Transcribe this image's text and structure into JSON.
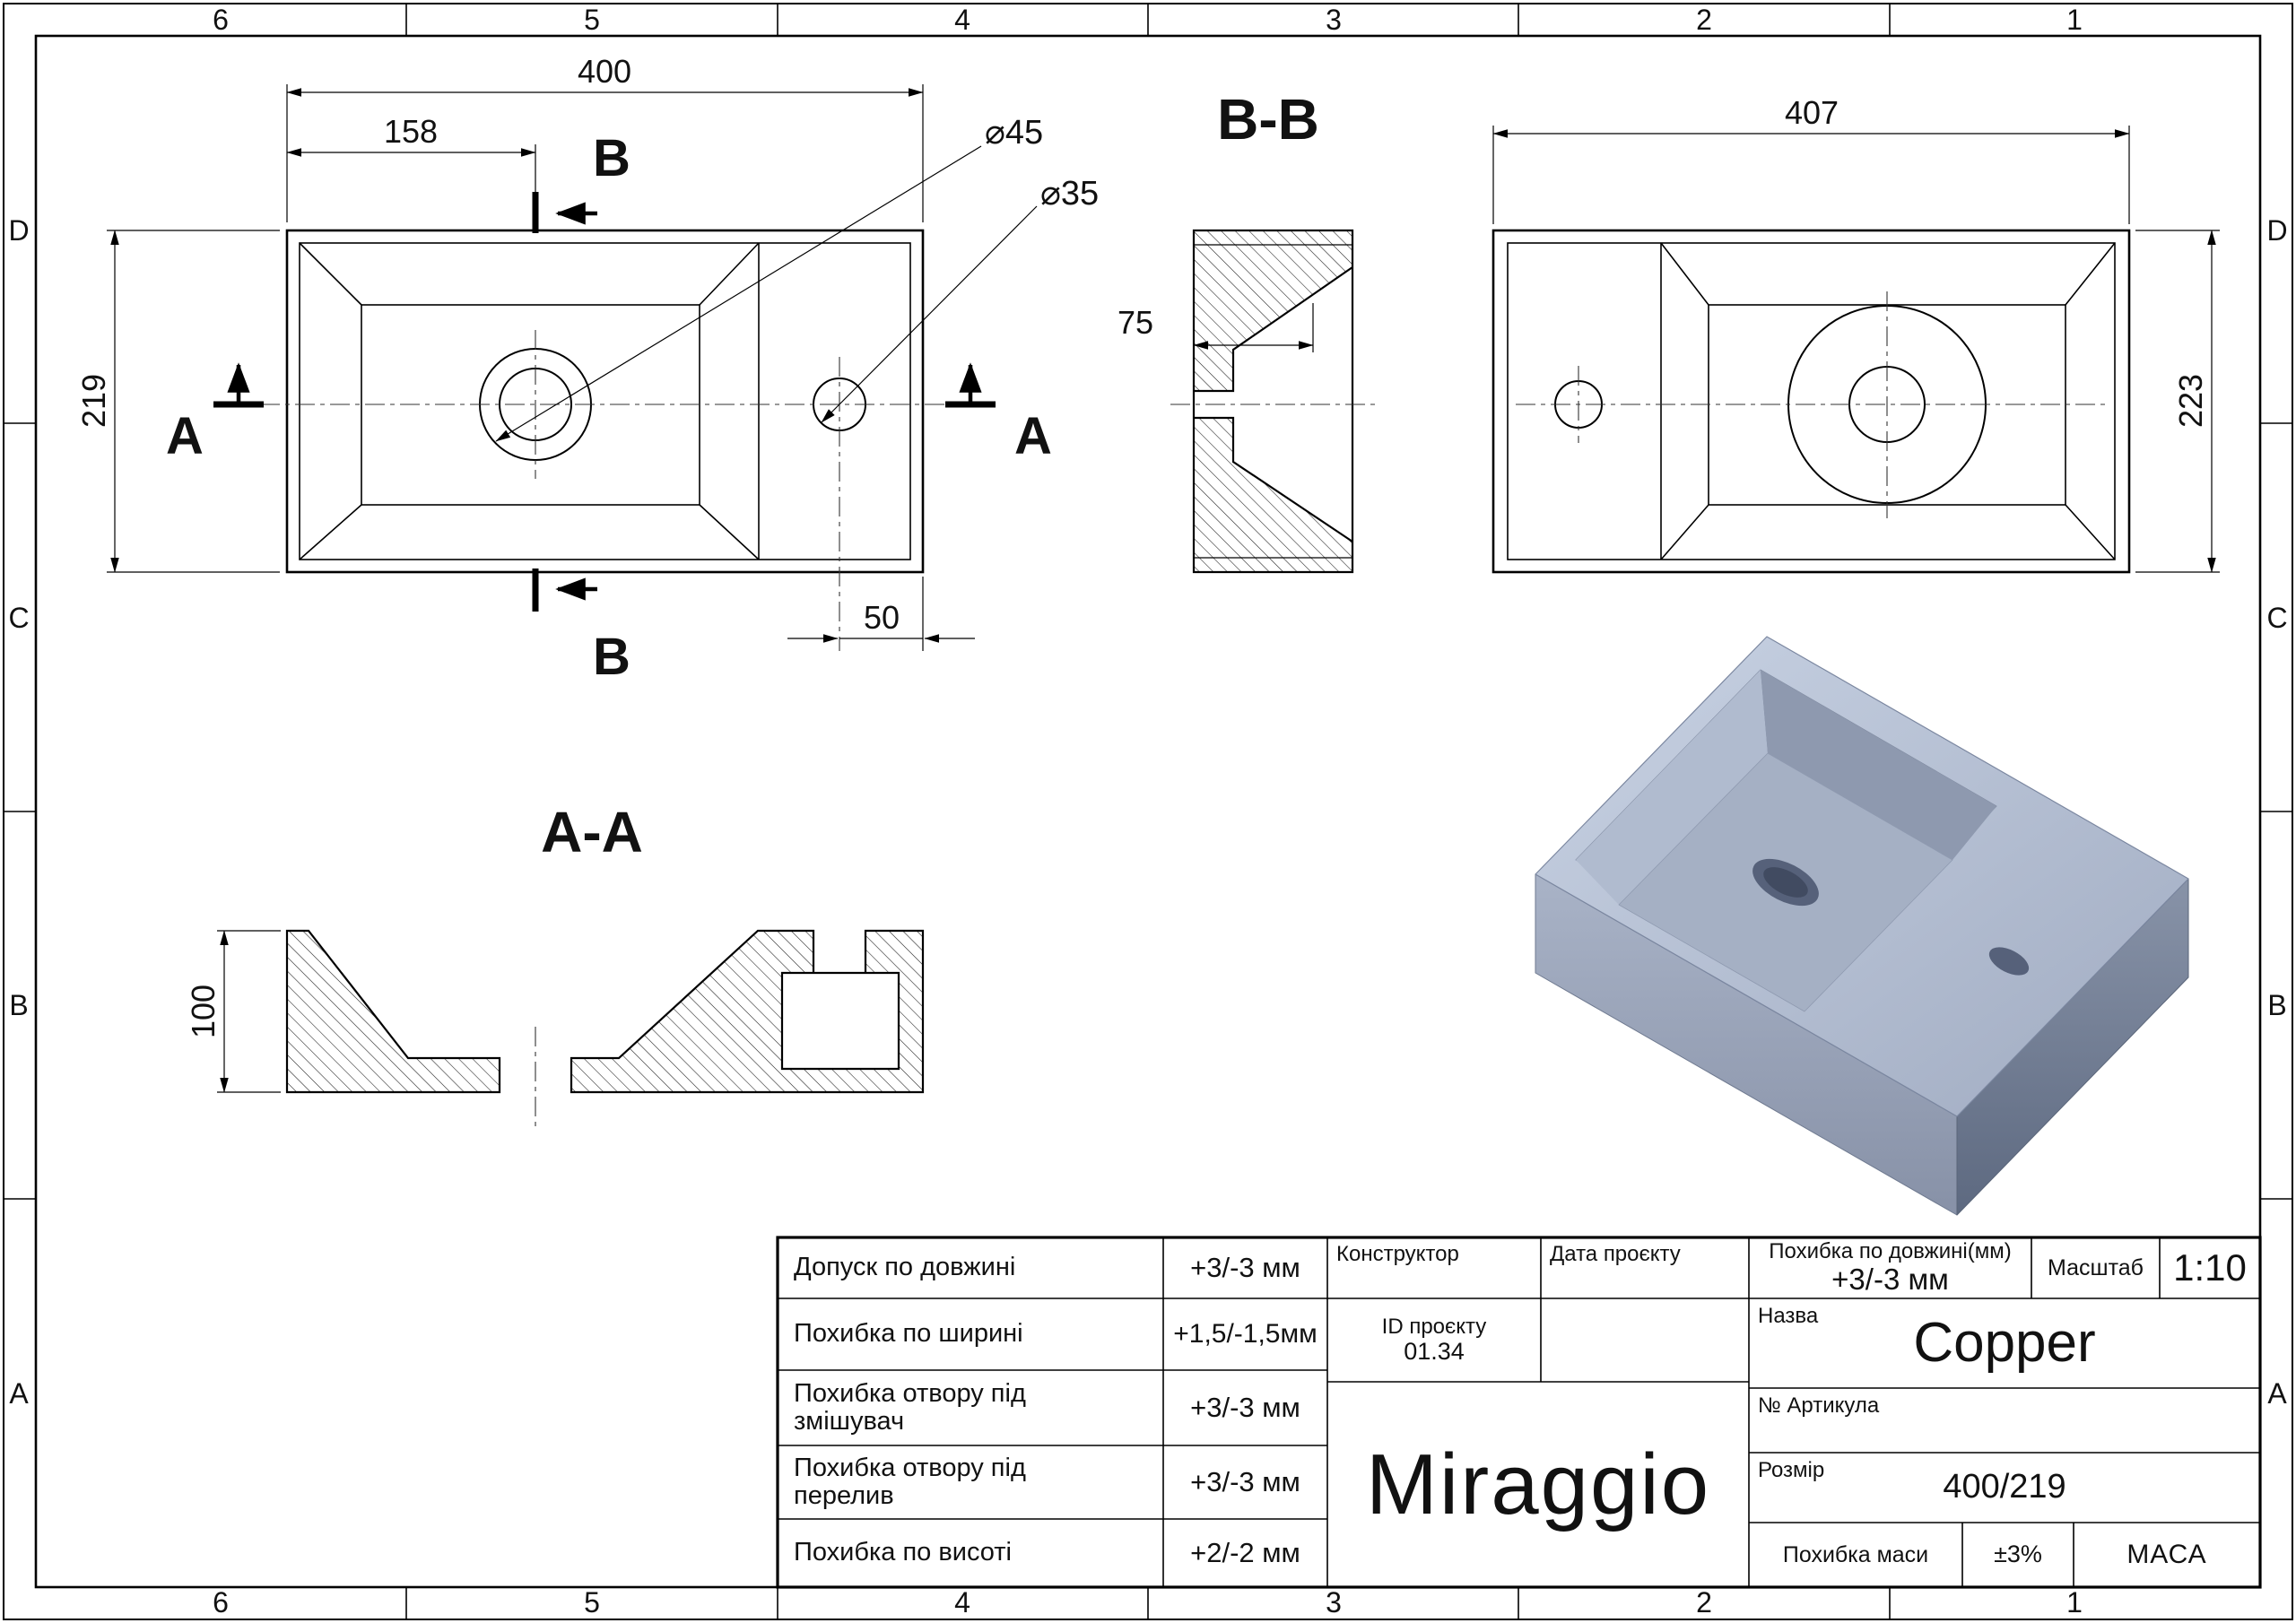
{
  "grid": {
    "cols": [
      "6",
      "5",
      "4",
      "3",
      "2",
      "1"
    ],
    "rows": [
      "D",
      "C",
      "B",
      "A"
    ]
  },
  "views": {
    "top": {
      "section_b_letter": "B",
      "section_a_letter": "A",
      "dim_width": "400",
      "dim_drain_offset": "158",
      "dim_height": "219",
      "dim_drain_dia": "⌀45",
      "dim_tap_dia": "⌀35",
      "dim_tap_edge": "50"
    },
    "section_bb": {
      "title": "B-B",
      "dim_basin": "75"
    },
    "bottom": {
      "dim_width": "407",
      "dim_height": "223"
    },
    "section_aa": {
      "title": "A-A",
      "dim_height": "100"
    }
  },
  "title_block": {
    "tolerances": [
      {
        "label": "Допуск по довжині",
        "value": "+3/-3 мм"
      },
      {
        "label": "Похибка по ширині",
        "value": "+1,5/-1,5мм"
      },
      {
        "label": "Похибка отвору під змішувач",
        "value": "+3/-3 мм"
      },
      {
        "label": "Похибка отвору під перелив",
        "value": "+3/-3 мм"
      },
      {
        "label": "Похибка по висоті",
        "value": "+2/-2 мм"
      }
    ],
    "constructor_label": "Конструктор",
    "project_date_label": "Дата проєкту",
    "project_id_label": "ID проєкту",
    "project_id_value": "01.34",
    "length_tolerance_label": "Похибка по довжині(мм)",
    "length_tolerance_value": "+3/-3 мм",
    "scale_label": "Масштаб",
    "scale_value": "1:10",
    "name_label": "Назва",
    "name_value": "Copper",
    "article_label": "№ Артикула",
    "size_label": "Розмір",
    "size_value": "400/219",
    "mass_tolerance_label": "Похибка маси",
    "mass_tolerance_value": "±3%",
    "mass_label": "МАСА",
    "brand": "Miraggio"
  },
  "colors": {
    "paper": "#ffffff",
    "line": "#000000",
    "render_top": "#b9c4d8",
    "render_left": "#9aa5ba",
    "render_right": "#6e7a92",
    "render_hole": "#56617a"
  }
}
